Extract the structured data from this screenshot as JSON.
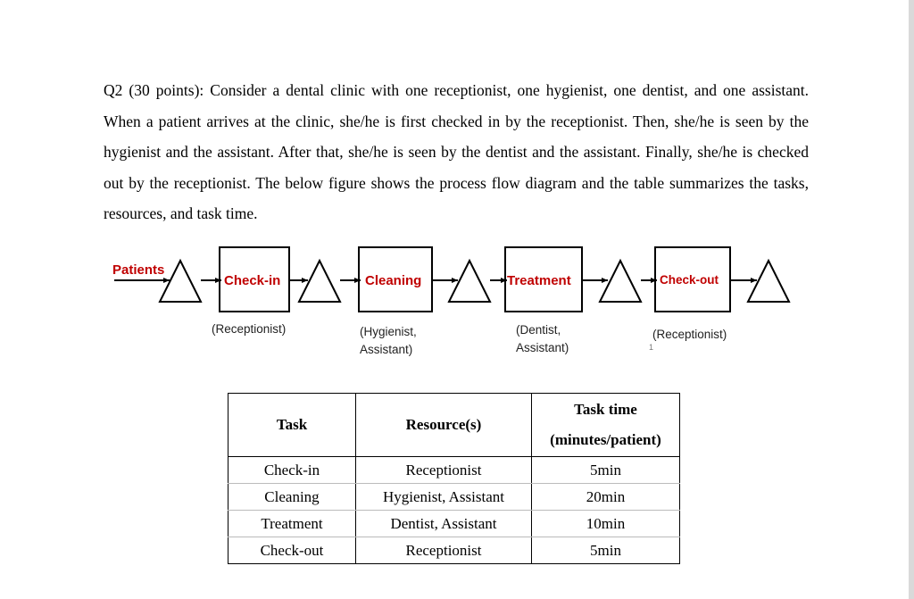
{
  "question": {
    "text": "Q2 (30 points): Consider a dental clinic with one receptionist, one hygienist, one dentist, and one assistant. When a patient arrives at the clinic, she/he is first checked in by the receptionist. Then, she/he is seen by the hygienist and the assistant. After that, she/he is seen by the dentist and the assistant. Finally, she/he is checked out by the receptionist. The below figure shows the process flow diagram and the table summarizes the tasks, resources, and task time."
  },
  "diagram": {
    "input_label": "Patients",
    "label_color": "#c00000",
    "stages": [
      {
        "name": "Check-in",
        "resources": "(Receptionist)"
      },
      {
        "name": "Cleaning",
        "resources": "(Hygienist,\nAssistant)"
      },
      {
        "name": "Treatment",
        "resources": "(Dentist,\nAssistant)"
      },
      {
        "name": "Check-out",
        "resources": "(Receptionist)"
      }
    ],
    "mark": "1"
  },
  "table": {
    "headers": {
      "task": "Task",
      "resources": "Resource(s)",
      "time_line1": "Task time",
      "time_line2": "(minutes/patient)"
    },
    "rows": [
      {
        "task": "Check-in",
        "resources": "Receptionist",
        "time": "5min"
      },
      {
        "task": "Cleaning",
        "resources": "Hygienist, Assistant",
        "time": "20min"
      },
      {
        "task": "Treatment",
        "resources": "Dentist, Assistant",
        "time": "10min"
      },
      {
        "task": "Check-out",
        "resources": "Receptionist",
        "time": "5min"
      }
    ]
  }
}
